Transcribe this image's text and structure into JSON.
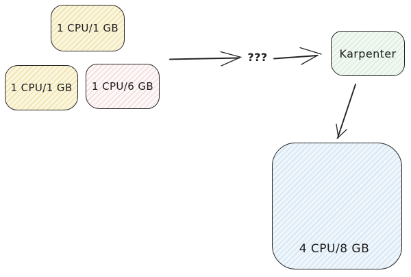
{
  "diagram": {
    "pods": [
      {
        "label": "1 CPU/1 GB"
      },
      {
        "label": "1 CPU/1 GB"
      },
      {
        "label": "1 CPU/6 GB"
      }
    ],
    "question": "???",
    "scheduler": {
      "label": "Karpenter"
    },
    "node": {
      "label": "4 CPU/8 GB"
    },
    "colors": {
      "pod_yellow_bg": "#faf5dc",
      "pod_yellow_hatch": "#ecdfa2",
      "pod_pink_bg": "#fdf7f7",
      "pod_pink_hatch": "#f0d7d8",
      "scheduler_green_bg": "#f1f8f2",
      "scheduler_green_hatch": "#d5ebd8",
      "node_blue_bg": "#eef5fb",
      "node_blue_hatch": "#cde1f0",
      "stroke": "#242424",
      "background": "#ffffff"
    }
  }
}
